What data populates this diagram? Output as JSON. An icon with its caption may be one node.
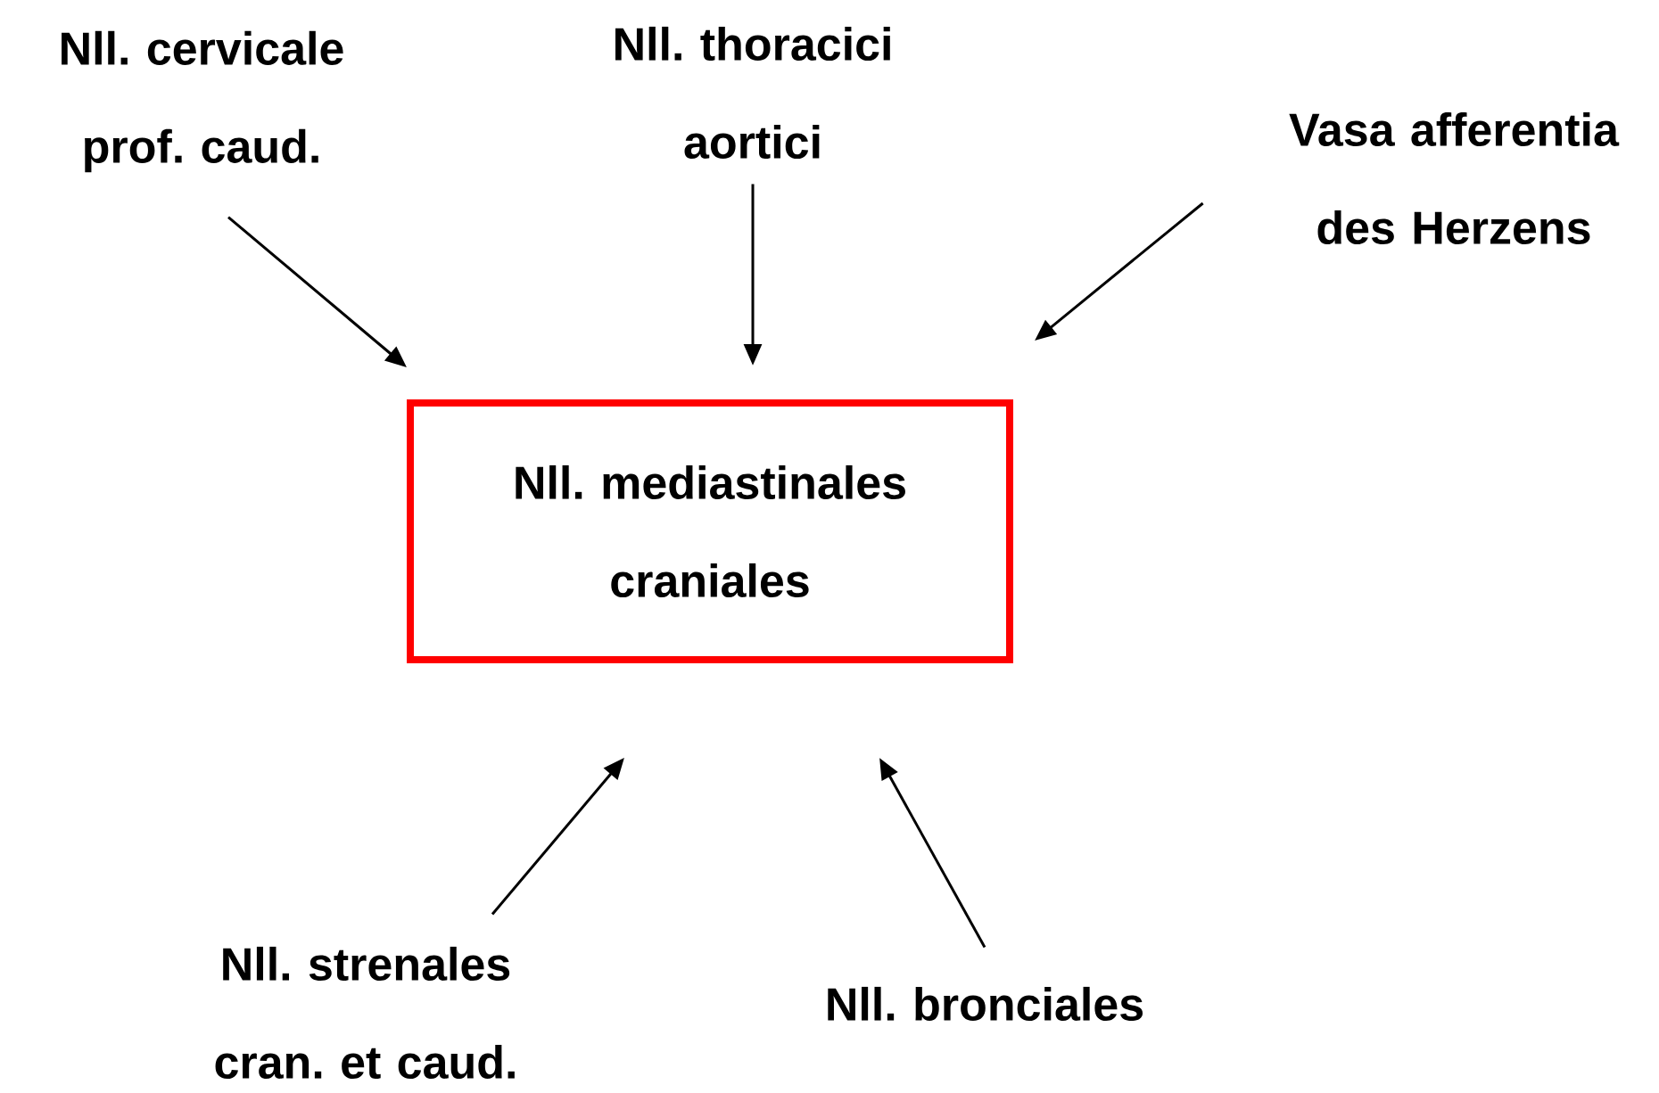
{
  "diagram": {
    "nodes": [
      {
        "text": [
          "Nll. cervicale prof. caud."
        ]
      },
      {
        "text": [
          "Nll. thoracici aortici"
        ]
      },
      {
        "text": [
          "Vasa afferentia des Herzens"
        ]
      },
      {
        "text": [
          "Nll. mediastinales craniales"
        ]
      },
      {
        "text": [
          "Nll. strenales cran. et caud."
        ]
      },
      {
        "text": [
          "Nll. bronciales"
        ]
      }
    ],
    "edges": [
      {
        "from": 0,
        "to": 3,
        "arrow": "to"
      },
      {
        "from": 1,
        "to": 3,
        "arrow": "to"
      },
      {
        "from": 2,
        "to": 3,
        "arrow": "to"
      },
      {
        "from": 4,
        "to": 3,
        "arrow": "to"
      },
      {
        "from": 5,
        "to": 3,
        "arrow": "to"
      }
    ]
  }
}
